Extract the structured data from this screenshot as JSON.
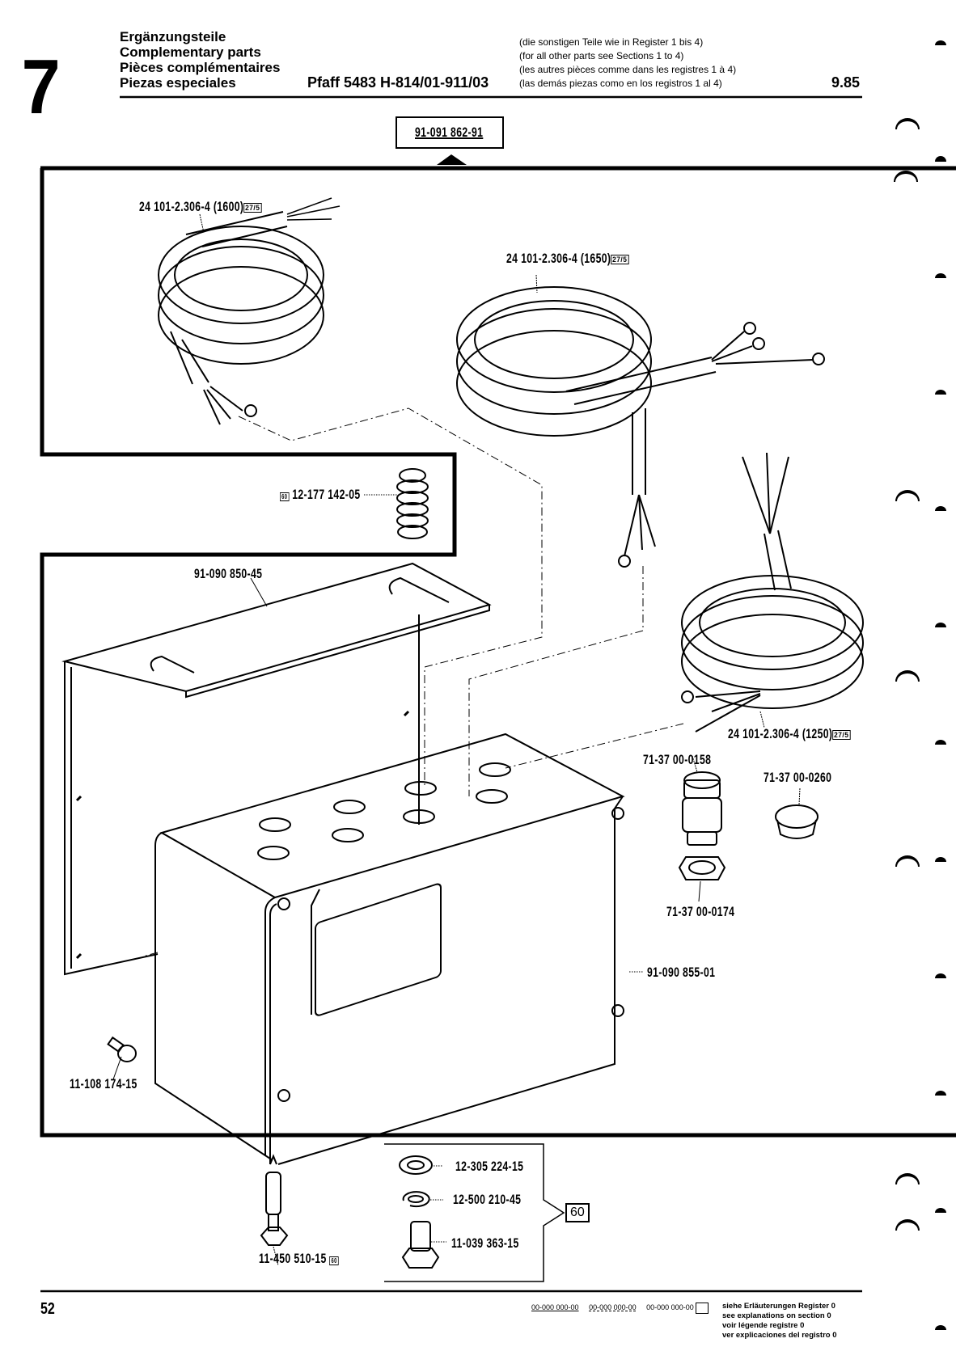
{
  "section_number": "7",
  "header": {
    "titles": [
      "Ergänzungsteile",
      "Complementary parts",
      "Pièces complémentaires",
      "Piezas especiales"
    ],
    "model": "Pfaff 5483 H-814/01-911/03",
    "notes": [
      "(die sonstigen Teile wie in Register 1 bis 4)",
      "(for all other parts see Sections 1 to 4)",
      "(les autres pièces comme dans les registres 1 à 4)",
      "(las demás piezas como en los registros 1 al 4)"
    ],
    "date": "9.85"
  },
  "assembly_number": "91-091 862-91",
  "parts": {
    "cable_1600": {
      "number": "24 101-2.306-4 (1600)",
      "tag": "27/5"
    },
    "cable_1650": {
      "number": "24 101-2.306-4 (1650)",
      "tag": "27/5"
    },
    "cable_1250": {
      "number": "24 101-2.306-4 (1250)",
      "tag": "27/5"
    },
    "bellows": {
      "number": "12-177 142-05",
      "tag": "60"
    },
    "bracket": {
      "number": "91-090 850-45"
    },
    "gland": {
      "number": "71-37 00-0158"
    },
    "cap": {
      "number": "71-37 00-0260"
    },
    "nut": {
      "number": "71-37 00-0174"
    },
    "box": {
      "number": "91-090 855-01"
    },
    "screw": {
      "number": "11-108 174-15"
    },
    "wood_screw": {
      "number": "11-450 510-15",
      "tag": "60"
    },
    "washer": {
      "number": "12-305 224-15"
    },
    "spring_washer": {
      "number": "12-500 210-45"
    },
    "hex_bolt": {
      "number": "11-039 363-15"
    },
    "group_tag": "60"
  },
  "footer": {
    "page": "52",
    "legend_codes": [
      "00-000 000-00",
      "00-000 000-00",
      "00-000 000-00"
    ],
    "legend_text": [
      "siehe Erläuterungen Register 0",
      "see explanations on section 0",
      "voir légende registre 0",
      "ver explicaciones del registro 0"
    ]
  }
}
